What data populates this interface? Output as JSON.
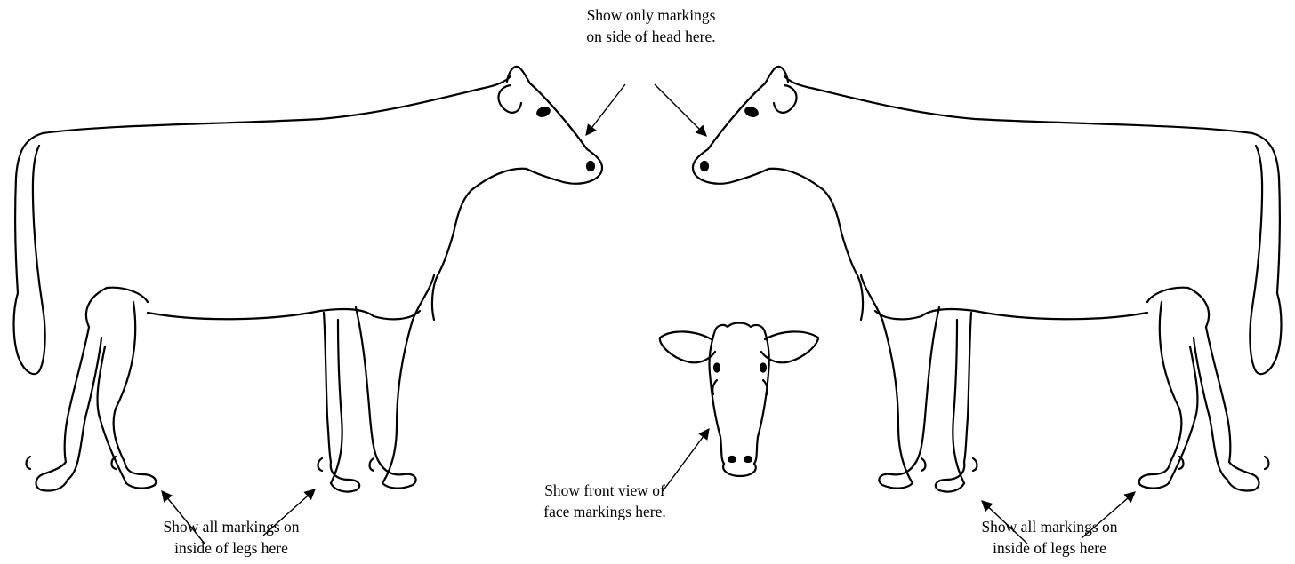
{
  "labels": {
    "side_head": [
      "Show only markings",
      "on side of head here."
    ],
    "front_face": [
      "Show front view of",
      "face markings here."
    ],
    "legs_left": [
      "Show all  markings on",
      "inside of legs here"
    ],
    "legs_right": [
      "Show all  markings on",
      "inside of legs here"
    ]
  },
  "colors": {
    "line": "#000000",
    "background": "#ffffff"
  }
}
